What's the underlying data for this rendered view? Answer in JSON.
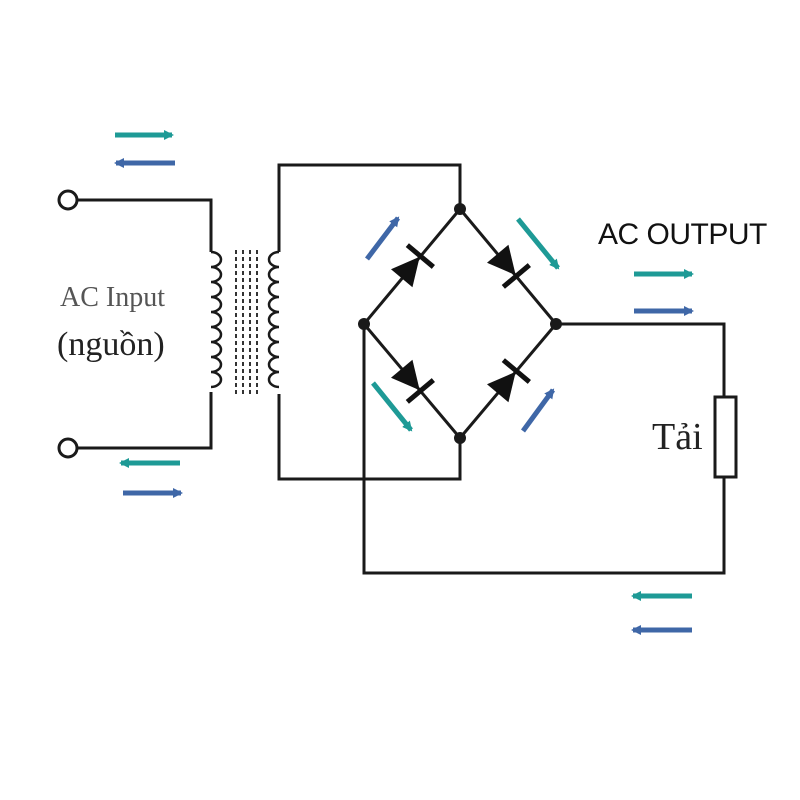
{
  "labels": {
    "input_line1": "AC Input",
    "input_line2": "(nguồn)",
    "output": "AC OUTPUT",
    "load": "Tải"
  },
  "colors": {
    "wire": "#1a1a1a",
    "diode": "#111111",
    "arrow_teal": "#1e9a96",
    "arrow_blue": "#3f67a7"
  },
  "components": {
    "terminals": [
      "input-terminal-top",
      "input-terminal-bottom"
    ],
    "transformer": "transformer-coils",
    "bridge": [
      "diode-top-left",
      "diode-top-right",
      "diode-bottom-left",
      "diode-bottom-right"
    ],
    "load": "load-resistor"
  }
}
